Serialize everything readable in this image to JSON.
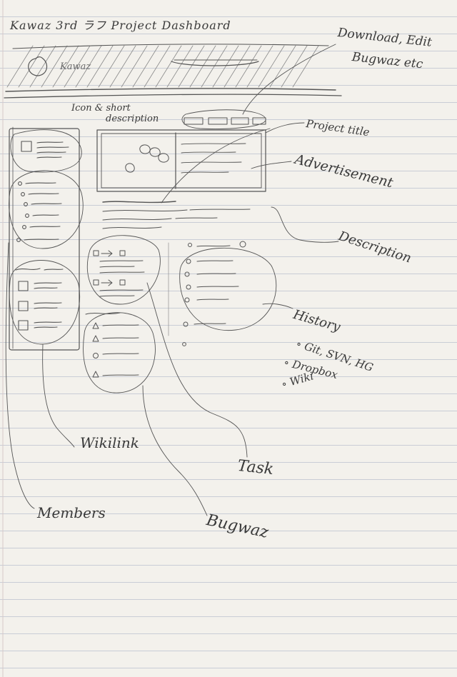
{
  "title": "Kawaz 3rd ラフ Project Dashboard",
  "mock": {
    "logo_text": "Kawaz"
  },
  "labels": {
    "icon_desc": [
      "Icon & short",
      "description"
    ],
    "download": "Download, Edit",
    "bugwaz_etc": "Bugwaz etc",
    "project_title": "Project title",
    "advertisement": "Advertisement",
    "description": "Description",
    "history": "History",
    "history_items": [
      "Git, SVN, HG",
      "Dropbox",
      "Wiki"
    ],
    "wikilink": "Wikilink",
    "task": "Task",
    "members": "Members",
    "bugwaz": "Bugwaz"
  }
}
